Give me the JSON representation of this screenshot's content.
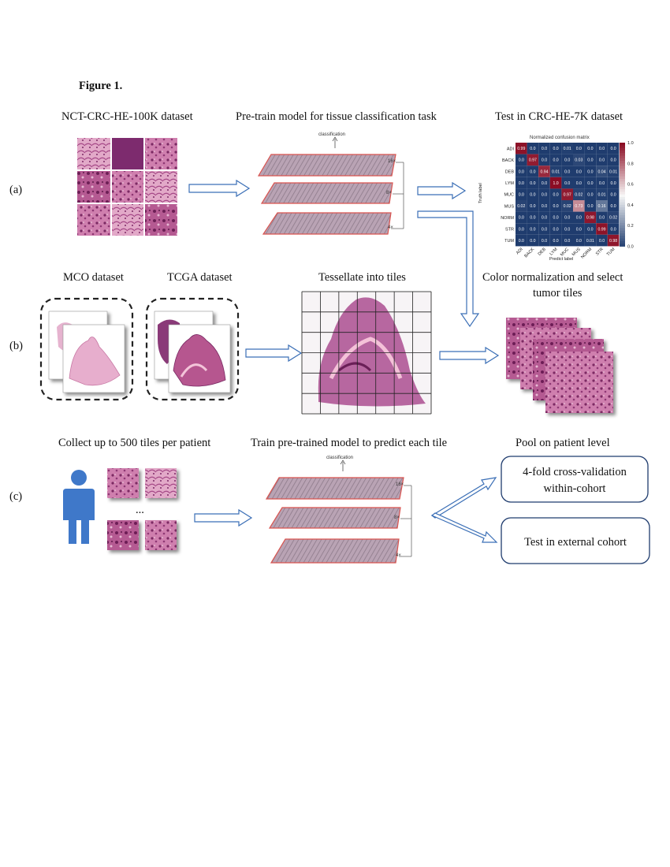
{
  "figure_title": "Figure 1.",
  "rows": {
    "a": {
      "label": "(a)",
      "dataset_title": "NCT-CRC-HE-100K dataset",
      "pretrain_title": "Pre-train model for tissue classification task",
      "test_title": "Test in CRC-HE-7K dataset"
    },
    "b": {
      "label": "(b)",
      "mco_title": "MCO dataset",
      "tcga_title": "TCGA dataset",
      "tessellate_title": "Tessellate into tiles",
      "colornorm_title_1": "Color normalization and select",
      "colornorm_title_2": "tumor tiles"
    },
    "c": {
      "label": "(c)",
      "collect_title": "Collect up to 500 tiles per patient",
      "train_title": "Train pre-trained model to predict each tile",
      "pool_title": "Pool on patient level",
      "ellipsis": "...",
      "box1_line1": "4-fold cross-validation",
      "box1_line2": "within-cohort",
      "box2": "Test in external cohort"
    }
  },
  "pyramid": {
    "top_label": "classification",
    "scales": [
      "16×",
      "8×",
      "4×"
    ]
  },
  "confusion_matrix": {
    "title": "Normalized confusion matrix",
    "ylabel": "Truth label",
    "xlabel": "Predict label",
    "labels": [
      "ADI",
      "BACK",
      "DEB",
      "LYM",
      "MUC",
      "MUS",
      "NORM",
      "STR",
      "TUM"
    ],
    "colorbar_ticks": [
      "0.0",
      "0.2",
      "0.4",
      "0.6",
      "0.8",
      "1.0"
    ],
    "matrix": [
      [
        0.99,
        0.0,
        0.0,
        0.0,
        0.01,
        0.0,
        0.0,
        0.0,
        0.0
      ],
      [
        0.0,
        0.97,
        0.0,
        0.0,
        0.0,
        0.03,
        0.0,
        0.0,
        0.0
      ],
      [
        0.0,
        0.0,
        0.94,
        0.01,
        0.0,
        0.0,
        0.0,
        0.04,
        0.01
      ],
      [
        0.0,
        0.0,
        0.0,
        1.0,
        0.0,
        0.0,
        0.0,
        0.0,
        0.0
      ],
      [
        0.0,
        0.0,
        0.0,
        0.0,
        0.97,
        0.02,
        0.0,
        0.01,
        0.0
      ],
      [
        0.02,
        0.0,
        0.0,
        0.0,
        0.02,
        0.73,
        0.0,
        0.16,
        0.0
      ],
      [
        0.0,
        0.0,
        0.0,
        0.0,
        0.0,
        0.0,
        0.98,
        0.0,
        0.02
      ],
      [
        0.0,
        0.0,
        0.0,
        0.0,
        0.0,
        0.0,
        0.0,
        0.99,
        0.0
      ],
      [
        0.0,
        0.0,
        0.0,
        0.0,
        0.0,
        0.0,
        0.01,
        0.0,
        0.98
      ]
    ]
  },
  "colors": {
    "tissue_light": "#e8b4cf",
    "tissue_mid": "#c9739f",
    "tissue_dark": "#8a2f68",
    "layer_outline": "#d9534f",
    "person": "#3f78c9",
    "cm_high": "#8b0d24",
    "cm_low": "#1f3c6e"
  },
  "icons": [
    "person-icon",
    "arrow-icon"
  ]
}
